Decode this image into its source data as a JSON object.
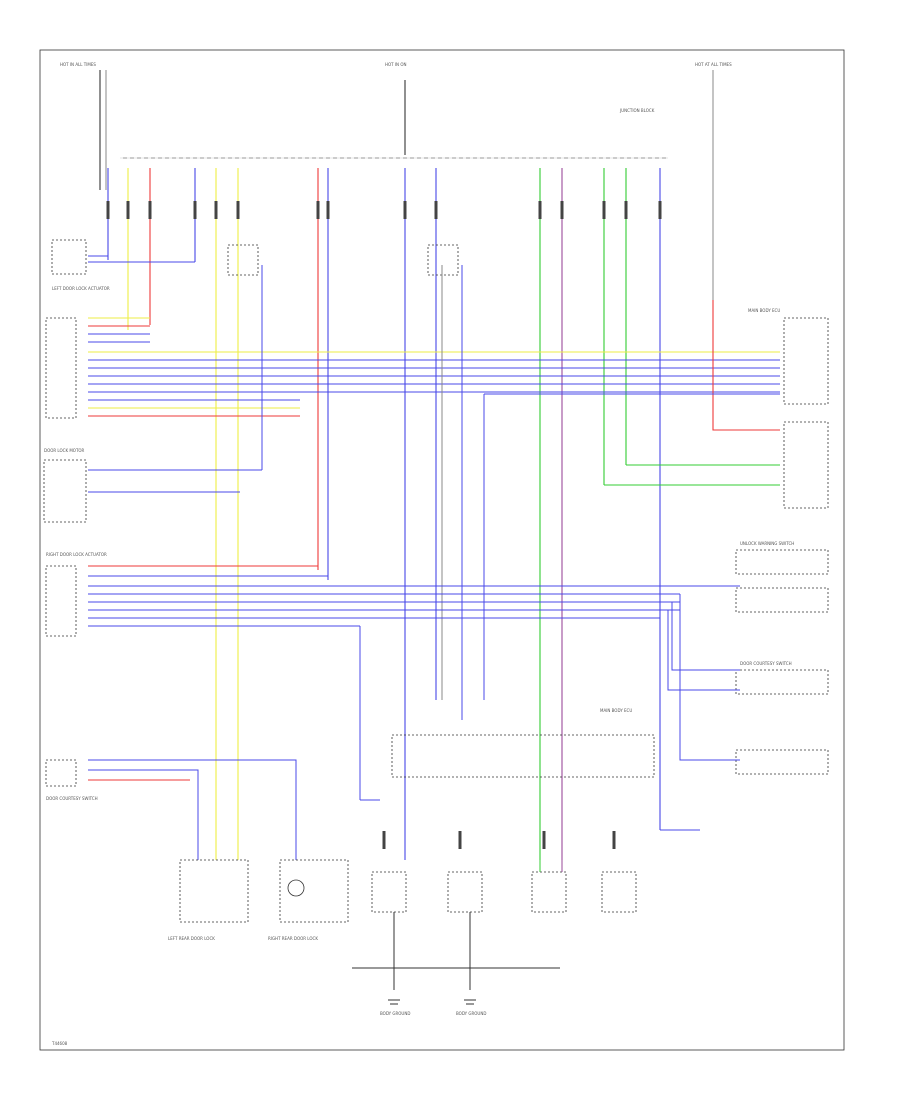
{
  "colors": {
    "blue": "#4848e8",
    "red": "#ee3a3a",
    "yellow": "#eeee44",
    "green": "#33cc33",
    "purple": "#9a4a9a",
    "gray": "#888888",
    "black": "#222222"
  },
  "labels": {
    "top_left_fuse": "HOT IN ALL TIMES",
    "top_center_fuse": "HOT IN ON",
    "top_right_fuse": "HOT AT ALL TIMES",
    "junction_block": "JUNCTION BLOCK",
    "left_door_lock": "LEFT DOOR LOCK ACTUATOR",
    "left_door_lock_motor": "DOOR LOCK MOTOR",
    "right_door_lock": "RIGHT DOOR LOCK ACTUATOR",
    "main_body_ecu": "MAIN BODY ECU",
    "left_rear_lock": "LEFT REAR DOOR LOCK",
    "right_rear_lock": "RIGHT REAR DOOR LOCK",
    "door_courtesy_left": "DOOR COURTESY SWITCH",
    "door_courtesy_right": "DOOR COURTESY SWITCH",
    "key_switch": "UNLOCK WARNING SWITCH",
    "ground_left": "BODY GROUND",
    "ground_right": "BODY GROUND",
    "figure_code": "T44608"
  }
}
